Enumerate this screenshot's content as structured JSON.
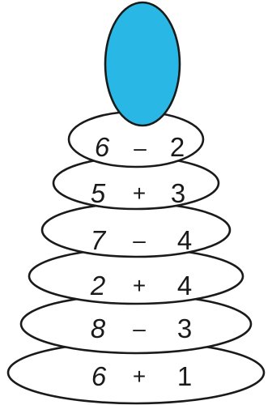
{
  "top_color": "#29b8e5",
  "rings": [
    {
      "a": "6",
      "op": "–",
      "b": "2"
    },
    {
      "a": "5",
      "op": "+",
      "b": "3"
    },
    {
      "a": "7",
      "op": "–",
      "b": "4"
    },
    {
      "a": "2",
      "op": "+",
      "b": "4"
    },
    {
      "a": "8",
      "op": "–",
      "b": "3"
    },
    {
      "a": "6",
      "op": "+",
      "b": "1"
    }
  ]
}
